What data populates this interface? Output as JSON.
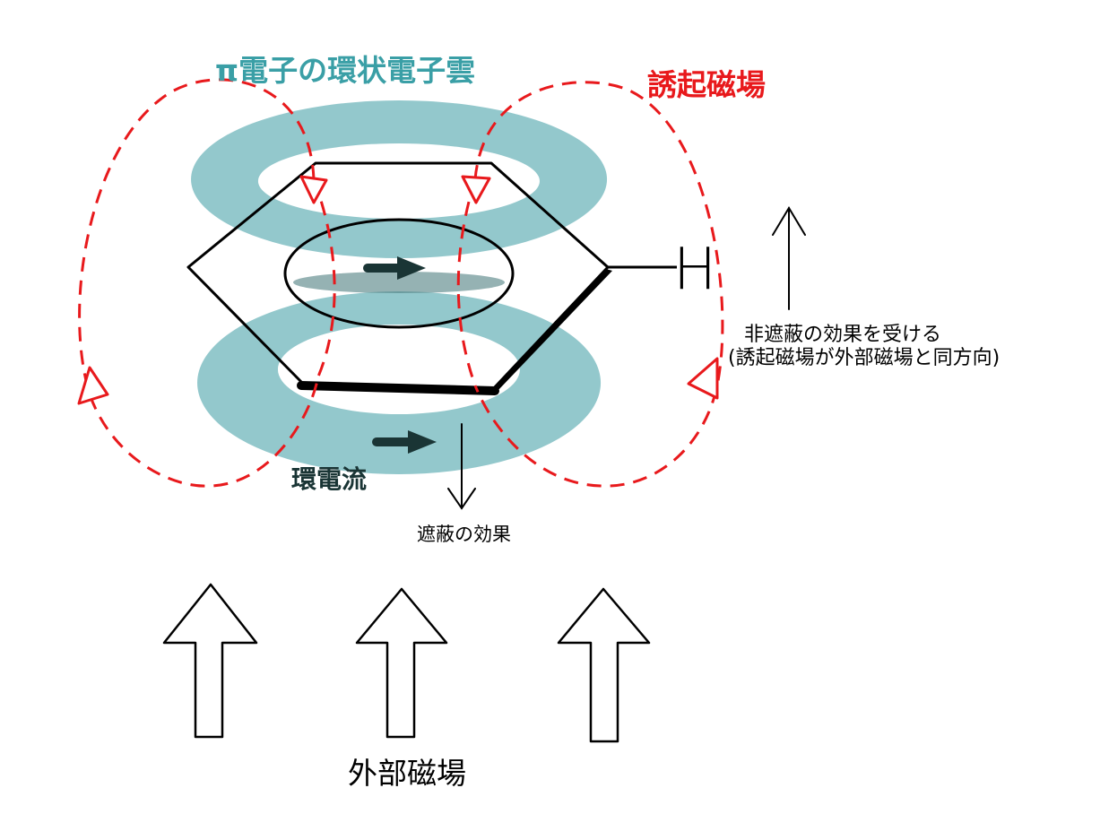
{
  "labels": {
    "pi_cloud": "π電子の環状電子雲",
    "induced_field": "誘起磁場",
    "ring_current": "環電流",
    "shielding": "遮蔽の効果",
    "deshielding_line1": "非遮蔽の効果を受ける",
    "deshielding_line2": "(誘起磁場が外部磁場と同方向)",
    "hydrogen": "H",
    "external_field": "外部磁場"
  },
  "colors": {
    "cloud": "#93c8cc",
    "induced": "#e8191c",
    "pi_label": "#3a9fa6",
    "ring_arrow": "#1a3535",
    "ink": "#000000"
  }
}
